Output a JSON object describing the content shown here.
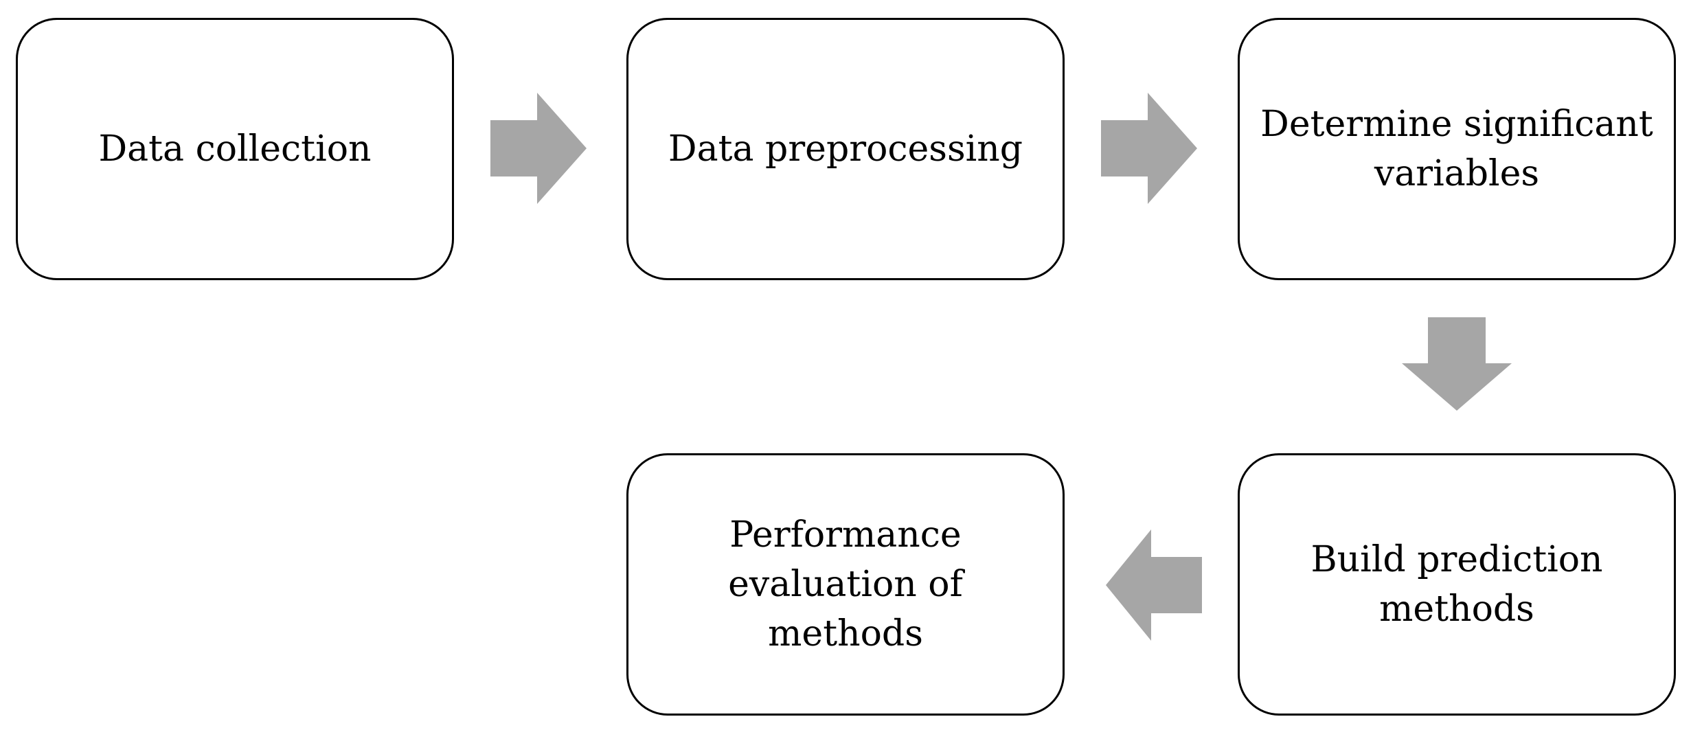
{
  "diagram": {
    "steps": [
      {
        "id": "data-collection",
        "label": "Data collection"
      },
      {
        "id": "data-preprocessing",
        "label": "Data preprocessing"
      },
      {
        "id": "determine-significant-variables",
        "label": "Determine significant\nvariables"
      },
      {
        "id": "build-prediction-methods",
        "label": "Build  prediction\nmethods"
      },
      {
        "id": "performance-evaluation",
        "label": "Performance\nevaluation of\nmethods"
      }
    ],
    "arrow_color": "#a6a6a6",
    "border_color": "#000000"
  }
}
